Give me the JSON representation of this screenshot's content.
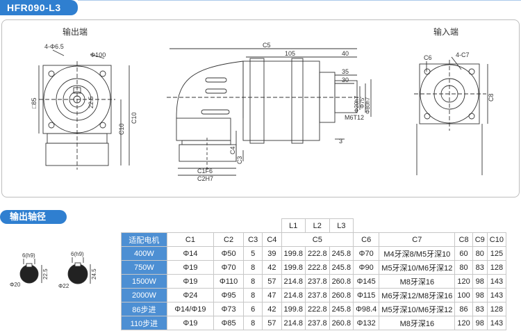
{
  "header": {
    "model": "HFR090-L3"
  },
  "drawing": {
    "output_end": "输出端",
    "input_end": "输入端",
    "labels": {
      "hole": "4-Φ6.5",
      "phi100": "Φ100",
      "sq85": "□85",
      "c10": "C10",
      "c5": "C5",
      "d105": "105",
      "d40": "40",
      "d35": "35",
      "d30": "30",
      "d3": "3",
      "phi20": "Φ20h7",
      "phi75": "Φ75",
      "phi80": "Φ80h7",
      "m6": "M6T12",
      "c4": "C4",
      "c3": "C3",
      "c1": "C1F6",
      "c2": "C2H7",
      "c6": "C6",
      "c7": "4-C7",
      "c8": "C8",
      "d225": "22.5"
    }
  },
  "shaft": {
    "title": "输出轴径",
    "fig1": {
      "key": "6(h9)",
      "dia": "Φ20",
      "height": "22.5"
    },
    "fig2": {
      "key": "6(h9)",
      "dia": "Φ22",
      "height": "24.5"
    }
  },
  "table": {
    "l_headers": [
      "L1",
      "L2",
      "L3"
    ],
    "headers": [
      "适配电机",
      "C1",
      "C2",
      "C3",
      "C4",
      "C5",
      "C6",
      "C7",
      "C8",
      "C9",
      "C10"
    ],
    "rows": [
      [
        "400W",
        "Φ14",
        "Φ50",
        "5",
        "39",
        "199.8",
        "222.8",
        "245.8",
        "Φ70",
        "M4牙深8/M5牙深10",
        "60",
        "80",
        "125"
      ],
      [
        "750W",
        "Φ19",
        "Φ70",
        "8",
        "42",
        "199.8",
        "222.8",
        "245.8",
        "Φ90",
        "M5牙深10/M6牙深12",
        "80",
        "83",
        "128"
      ],
      [
        "1500W",
        "Φ19",
        "Φ110",
        "8",
        "57",
        "214.8",
        "237.8",
        "260.8",
        "Φ145",
        "M8牙深16",
        "120",
        "98",
        "143"
      ],
      [
        "2000W",
        "Φ24",
        "Φ95",
        "8",
        "47",
        "214.8",
        "237.8",
        "260.8",
        "Φ115",
        "M6牙深12/M8牙深16",
        "100",
        "98",
        "143"
      ],
      [
        "86步进",
        "Φ14/Φ19",
        "Φ73",
        "6",
        "42",
        "199.8",
        "222.8",
        "245.8",
        "Φ98.4",
        "M5牙深10/M6牙深12",
        "86",
        "83",
        "128"
      ],
      [
        "110步进",
        "Φ19",
        "Φ85",
        "8",
        "57",
        "214.8",
        "237.8",
        "260.8",
        "Φ132",
        "M8牙深16",
        "120",
        "98",
        "143"
      ]
    ]
  }
}
